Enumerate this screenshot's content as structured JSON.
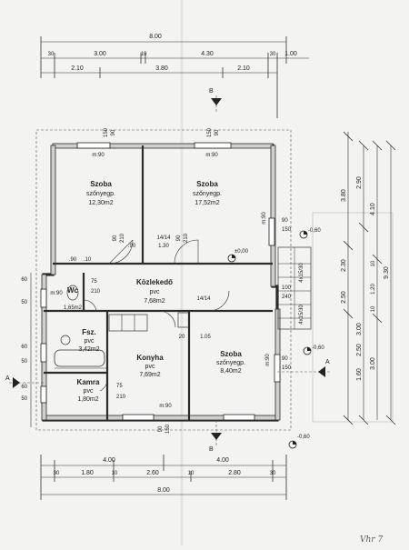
{
  "dims_top": {
    "overall": "8.00",
    "row2": [
      "30",
      "3.00",
      "10",
      "4.30",
      "30",
      "1.00"
    ],
    "row3": [
      "2.10",
      "3.80",
      "2.10"
    ]
  },
  "dims_bottom": {
    "row1": [
      "4.00",
      "4.00"
    ],
    "row2": [
      "30",
      "1.80",
      "10",
      "2.60",
      "10",
      "2.80",
      "30"
    ],
    "overall": "8.00"
  },
  "dims_right": {
    "col1": [
      "3.80",
      "2.30",
      "2.50"
    ],
    "col2": [
      "2.90",
      "4.10",
      "9.30",
      "3.00"
    ],
    "col3": [
      "10",
      "1.20",
      "10",
      "2.50",
      "1.60",
      "3.00"
    ]
  },
  "dims_left": [
    "60",
    "50",
    "60",
    "50",
    "60",
    "50"
  ],
  "section_marks": {
    "b_top": "B",
    "b_bottom": "B",
    "a_left": "A",
    "a_right": "A"
  },
  "levels": {
    "floor": "±0,00",
    "ext_right_top": "-0,60",
    "ext_right_mid": "-0,60",
    "ext_bottom": "-0,60"
  },
  "rooms": [
    {
      "name": "Szoba",
      "floor": "szőnyegp.",
      "area": "12,30m2"
    },
    {
      "name": "Szoba",
      "floor": "szőnyegp.",
      "area": "17,52m2"
    },
    {
      "name": "Közlekedő",
      "floor": "pvc",
      "area": "7,68m2"
    },
    {
      "name": "Wc",
      "floor": "",
      "area": "1,65m2"
    },
    {
      "name": "Fsz.",
      "floor": "pvc",
      "area": "3,42m2"
    },
    {
      "name": "Konyha",
      "floor": "pvc",
      "area": "7,69m2"
    },
    {
      "name": "Szoba",
      "floor": "szőnyegp.",
      "area": "8,40m2"
    },
    {
      "name": "Kamra",
      "floor": "pvc",
      "area": "1,80m2"
    }
  ],
  "openings": {
    "m90_a": "m:90",
    "m90_b": "m:90",
    "m90_c": "m:90",
    "m90_d": "m:90",
    "m90_e": "m:90",
    "m90_f": "m:90",
    "d90_150": [
      "90",
      "150"
    ],
    "d90_210": [
      "90",
      "210"
    ],
    "d14_14a": "14/14",
    "d14_14b": "14/14",
    "d130": "1.30",
    "d90": ".90",
    "d90b": ".90",
    "d10": ".10",
    "d75": "75",
    "d210": "210",
    "d100": "100",
    "d240": "240",
    "d105": "1.05",
    "d20": "20"
  },
  "stair": "4x15/30",
  "signature": "Vhr 7"
}
